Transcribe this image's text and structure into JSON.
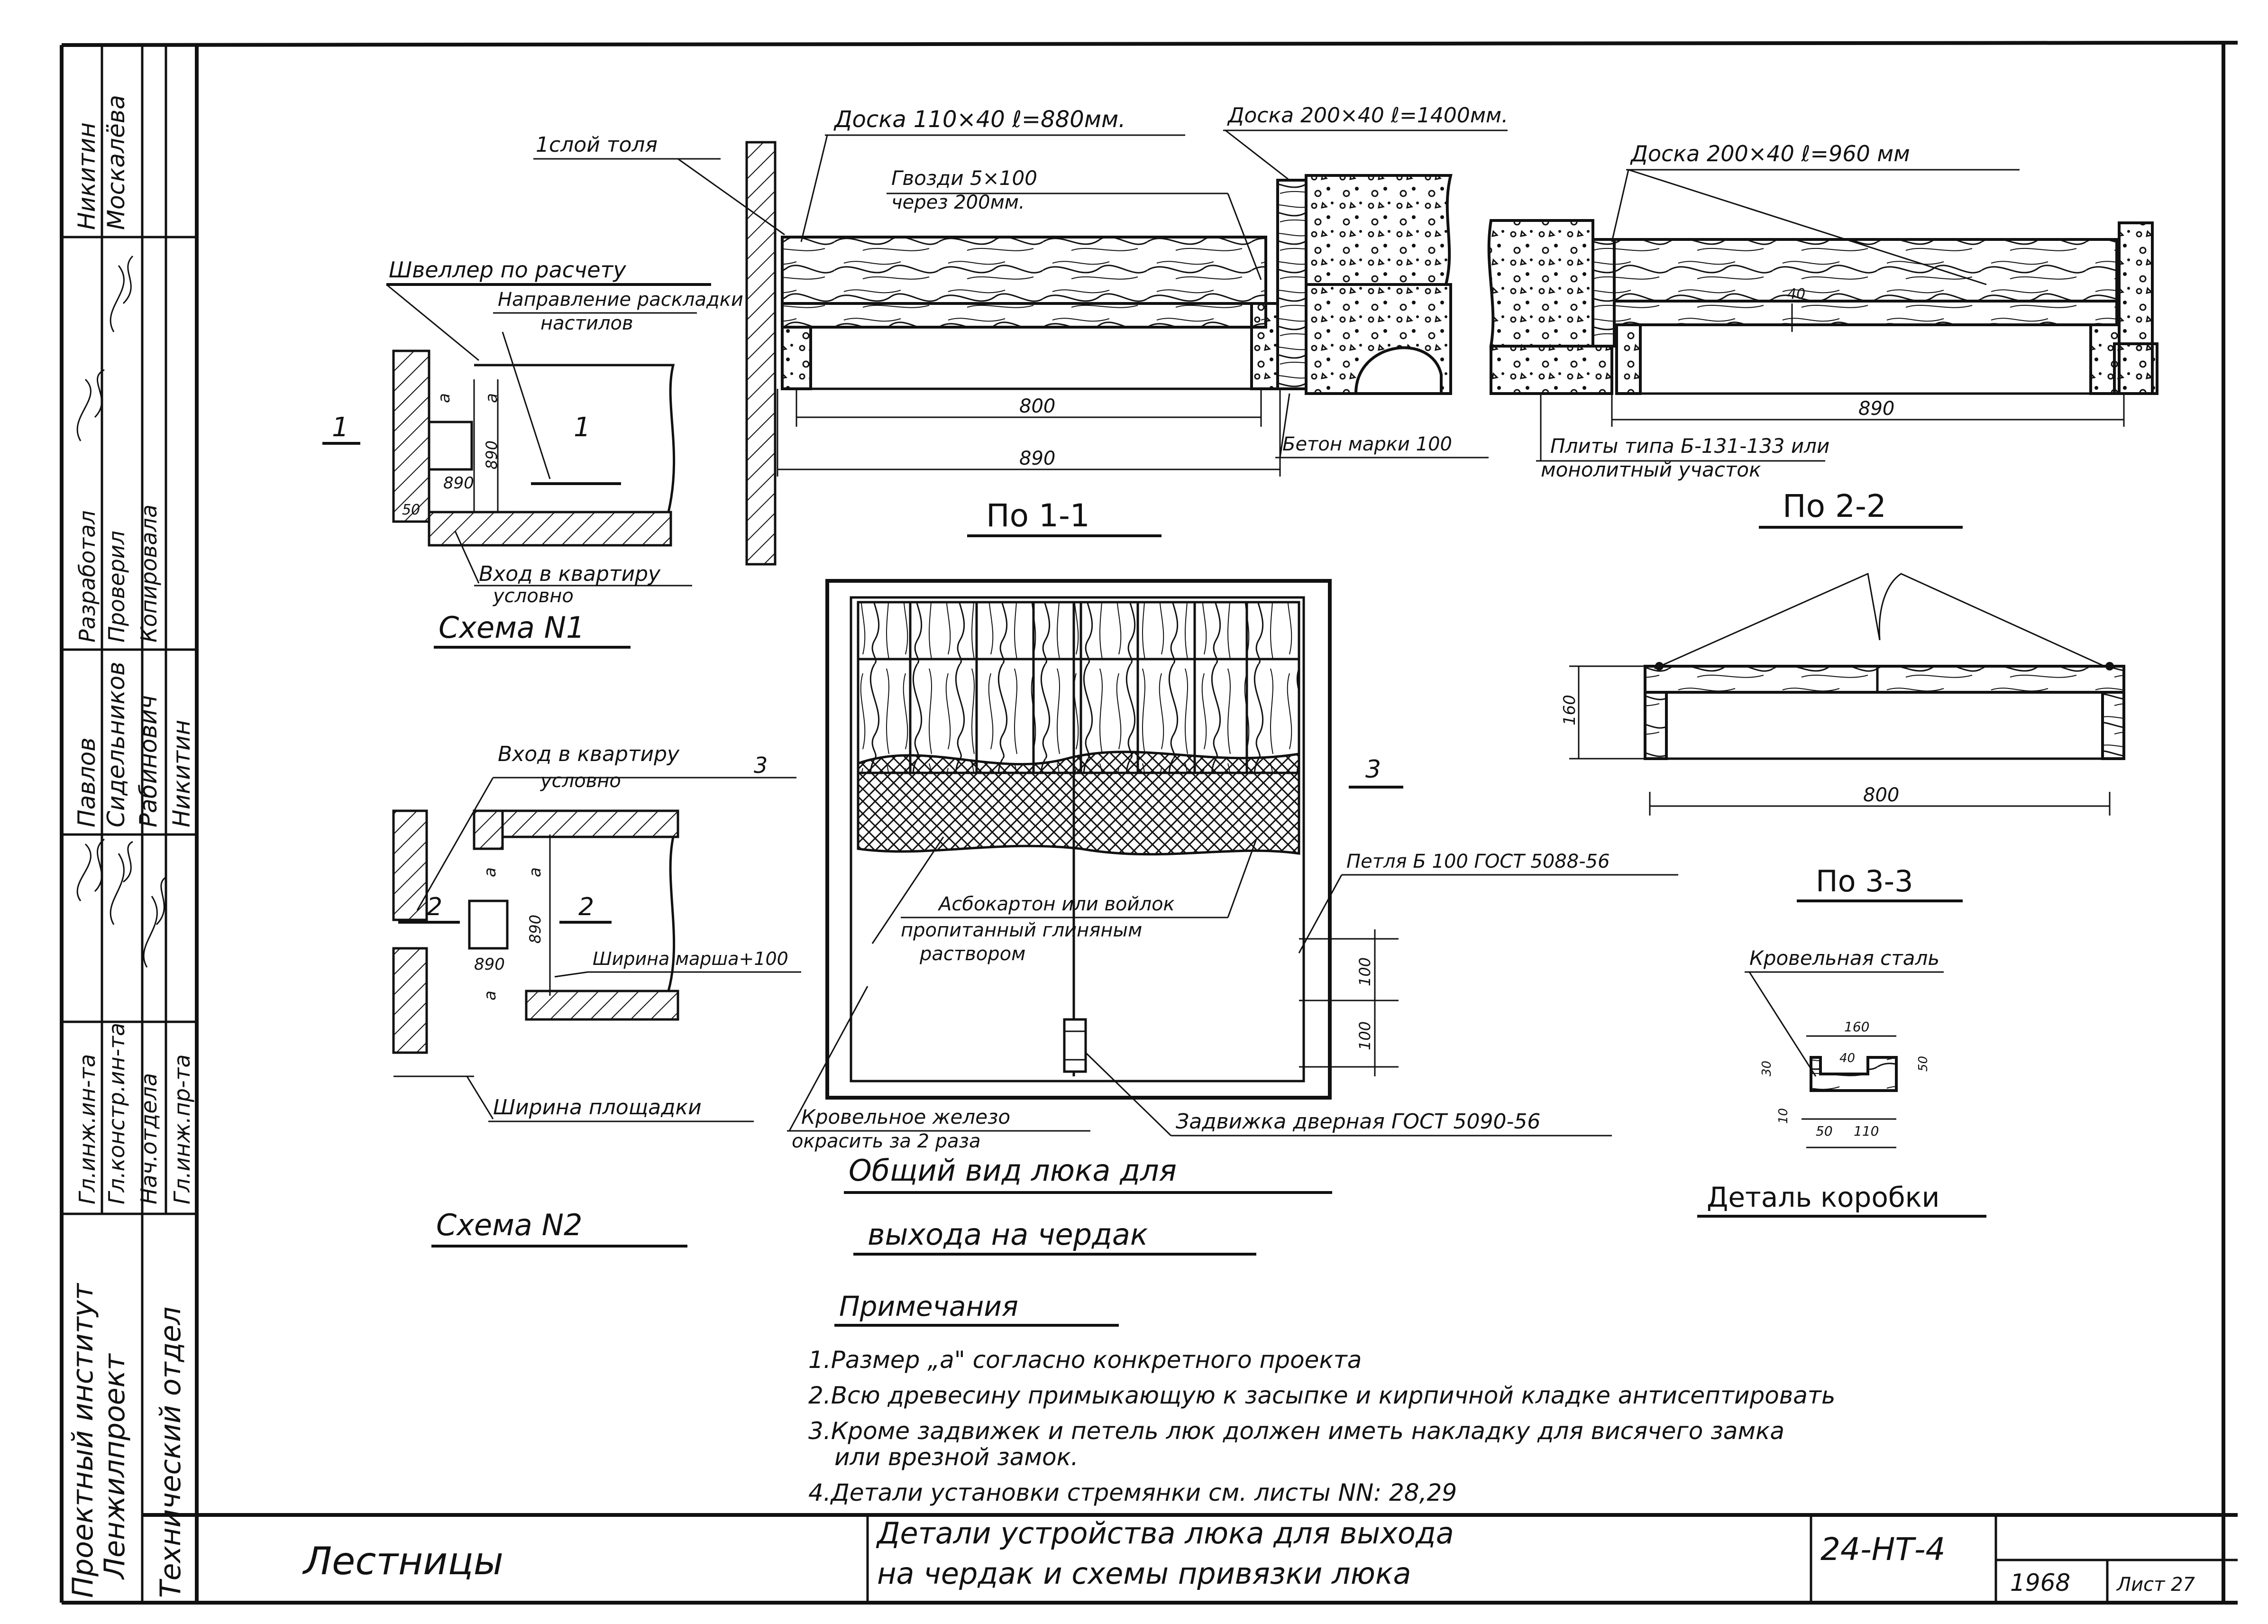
{
  "title_block": {
    "project": "Лестницы",
    "description_line1": "Детали устройства люка для выхода",
    "description_line2": "на чердак и схемы привязки люка",
    "code": "24-НТ-4",
    "year": "1968",
    "sheet": "Лист 27"
  },
  "side_stamp": {
    "org_line1": "Проектный институт",
    "org_line2": "Ленжилпроект",
    "dept": "Технический отдел",
    "roles": [
      "Гл.инж.ин-та",
      "Гл.констр.ин-та",
      "Нач.отдела",
      "Гл.инж.пр-та"
    ],
    "names": [
      "Павлов",
      "Сидельников",
      "Рабинович",
      "Никитин"
    ],
    "roles2": [
      "Разработал",
      "Проверил",
      "Копировала"
    ],
    "names2": [
      "Никитин",
      "Москалёва"
    ]
  },
  "section_1_1": {
    "caption": "По 1-1",
    "label_tol": "1слой толя",
    "label_board1": "Доска 110×40 ℓ=880мм.",
    "label_board2": "Доска 200×40 ℓ=1400мм.",
    "label_nails1": "Гвозди 5×100",
    "label_nails2": "через 200мм.",
    "label_concrete": "Бетон марки 100",
    "dim_800": "800",
    "dim_890": "890"
  },
  "section_2_2": {
    "caption": "По 2-2",
    "label_board": "Доска 200×40 ℓ=960 мм",
    "label_plates1": "Плиты типа Б-131-133 или",
    "label_plates2": "монолитный участок",
    "dim_890": "890",
    "dim_40": "40"
  },
  "section_3_3": {
    "caption": "По 3-3",
    "dim_160": "160",
    "dim_800": "800"
  },
  "scheme1": {
    "caption": "Схема N1",
    "label_channel": "Швеллер по расчету",
    "label_dir1": "Направление раскладки",
    "label_dir2": "настилов",
    "label_entry1": "Вход в квартиру",
    "label_entry2": "условно",
    "cut_mark": "1",
    "dim_a": "а",
    "dim_890": "890",
    "dim_50": "50"
  },
  "scheme2": {
    "caption": "Схема N2",
    "label_entry1": "Вход в квартиру",
    "label_entry2": "условно",
    "label_march": "Ширина марша+100",
    "label_platform": "Ширина площадки",
    "cut_mark": "2",
    "cut_mark3": "3",
    "dim_890": "890",
    "dim_a": "а"
  },
  "hatch_view": {
    "caption1": "Общий вид люка для",
    "caption2": "выхода на чердак",
    "label_asbest1": "Асбокартон или войлок",
    "label_asbest2": "пропитанный глиняным",
    "label_asbest3": "раствором",
    "label_hinge": "Петля Б 100 ГОСТ 5088-56",
    "label_roof1": "Кровельное железо",
    "label_roof2": "окрасить за 2 раза",
    "label_latch": "Задвижка дверная ГОСТ 5090-56",
    "cut_mark": "3",
    "dim_100a": "100",
    "dim_100b": "100"
  },
  "box_detail": {
    "caption": "Деталь коробки",
    "label_steel": "Кровельная сталь",
    "dim_160": "160",
    "dim_40": "40",
    "dim_30": "30",
    "dim_50": "50",
    "dim_10": "10",
    "dim_50b": "50",
    "dim_110": "110"
  },
  "notes": {
    "heading": "Примечания",
    "items": [
      "1.Размер „а\" согласно конкретного проекта",
      "2.Всю древесину примыкающую к засыпке и кирпичной кладке антисептировать",
      "3.Кроме задвижек и петель люк должен иметь накладку для висячего замка",
      "или врезной замок.",
      "4.Детали установки стремянки см. листы NN: 28,29"
    ]
  }
}
